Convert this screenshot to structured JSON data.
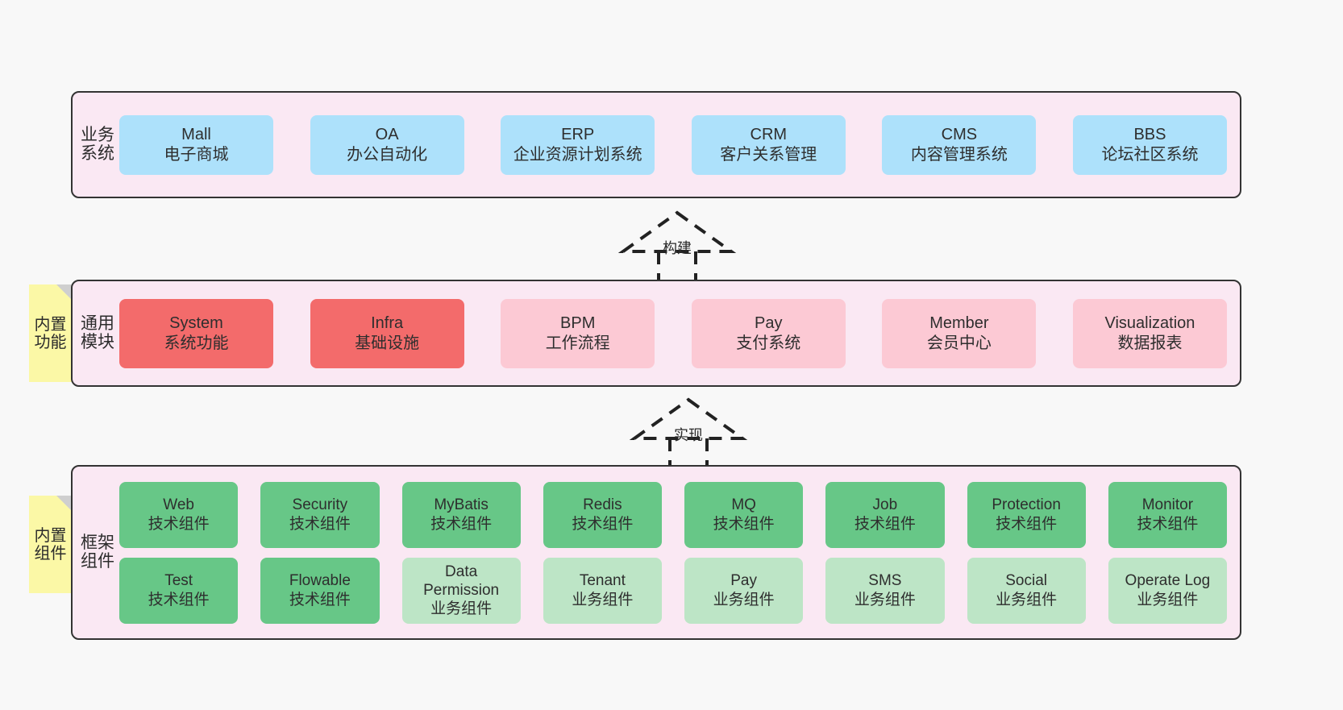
{
  "diagram": {
    "title": "ruoyi-vue-pro architecture layers",
    "colors": {
      "band_bg": "#fae8f3",
      "band_border": "#333333",
      "business": "#ade1fb",
      "module_core": "#f36b6b",
      "module_optional": "#fcc9d4",
      "tech_component": "#67c787",
      "business_component": "#bde5c6",
      "note_bg": "#fbf8a6",
      "note_fold": "#cfcfcf",
      "page_bg": "#f8f8f8"
    },
    "layers": [
      {
        "id": "business",
        "label": "业务系统",
        "items": [
          {
            "name": "Mall",
            "desc": "电子商城",
            "style": "blue"
          },
          {
            "name": "OA",
            "desc": "办公自动化",
            "style": "blue"
          },
          {
            "name": "ERP",
            "desc": "企业资源计划系统",
            "style": "blue"
          },
          {
            "name": "CRM",
            "desc": "客户关系管理",
            "style": "blue"
          },
          {
            "name": "CMS",
            "desc": "内容管理系统",
            "style": "blue"
          },
          {
            "name": "BBS",
            "desc": "论坛社区系统",
            "style": "blue"
          }
        ]
      },
      {
        "id": "modules",
        "label": "通用模块",
        "note": "内置功能",
        "items": [
          {
            "name": "System",
            "desc": "系统功能",
            "style": "red"
          },
          {
            "name": "Infra",
            "desc": "基础设施",
            "style": "red"
          },
          {
            "name": "BPM",
            "desc": "工作流程",
            "style": "pink"
          },
          {
            "name": "Pay",
            "desc": "支付系统",
            "style": "pink"
          },
          {
            "name": "Member",
            "desc": "会员中心",
            "style": "pink"
          },
          {
            "name": "Visualization",
            "desc": "数据报表",
            "style": "pink"
          }
        ]
      },
      {
        "id": "framework",
        "label": "框架组件",
        "note": "内置组件",
        "items": [
          {
            "name": "Web",
            "desc": "技术组件",
            "style": "green"
          },
          {
            "name": "Security",
            "desc": "技术组件",
            "style": "green"
          },
          {
            "name": "MyBatis",
            "desc": "技术组件",
            "style": "green"
          },
          {
            "name": "Redis",
            "desc": "技术组件",
            "style": "green"
          },
          {
            "name": "MQ",
            "desc": "技术组件",
            "style": "green"
          },
          {
            "name": "Job",
            "desc": "技术组件",
            "style": "green"
          },
          {
            "name": "Protection",
            "desc": "技术组件",
            "style": "green"
          },
          {
            "name": "Monitor",
            "desc": "技术组件",
            "style": "green"
          },
          {
            "name": "Test",
            "desc": "技术组件",
            "style": "green"
          },
          {
            "name": "Flowable",
            "desc": "技术组件",
            "style": "green"
          },
          {
            "name": "Data Permission",
            "desc": "业务组件",
            "style": "lightgreen"
          },
          {
            "name": "Tenant",
            "desc": "业务组件",
            "style": "lightgreen"
          },
          {
            "name": "Pay",
            "desc": "业务组件",
            "style": "lightgreen"
          },
          {
            "name": "SMS",
            "desc": "业务组件",
            "style": "lightgreen"
          },
          {
            "name": "Social",
            "desc": "业务组件",
            "style": "lightgreen"
          },
          {
            "name": "Operate Log",
            "desc": "业务组件",
            "style": "lightgreen"
          }
        ]
      }
    ],
    "connectors": [
      {
        "id": "build",
        "label": "构建",
        "from": "modules",
        "to": "business",
        "style": "dashed-generalization"
      },
      {
        "id": "implement",
        "label": "实现",
        "from": "framework",
        "to": "modules",
        "style": "dashed-generalization"
      }
    ]
  }
}
